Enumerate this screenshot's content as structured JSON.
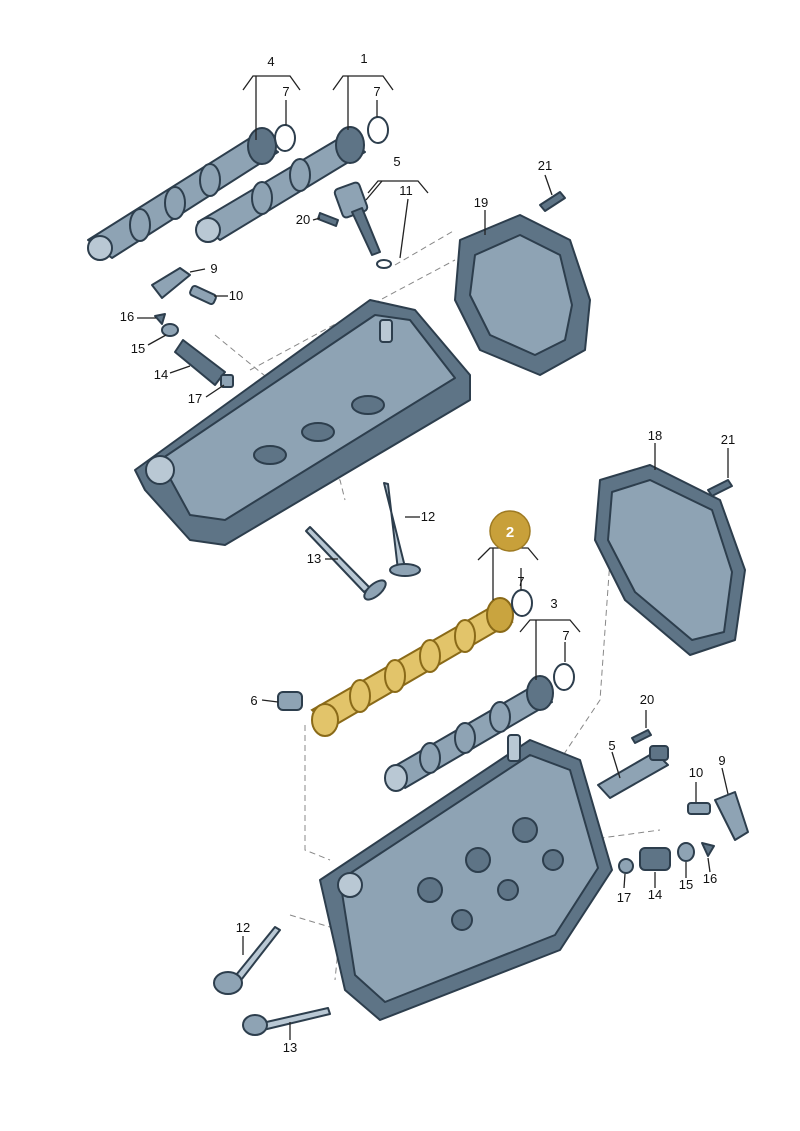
{
  "colors": {
    "highlight": "#c9a43f",
    "badge": "#c8a03a",
    "part": "#8ea3b4",
    "outline": "#2d3e4d"
  },
  "highlighted_part": "2",
  "callouts": {
    "c1": "1",
    "c2": "2",
    "c3": "3",
    "c4": "4",
    "c5a": "5",
    "c5b": "5",
    "c6": "6",
    "c7a": "7",
    "c7b": "7",
    "c7c": "7",
    "c7d": "7",
    "c9a": "9",
    "c9b": "9",
    "c10a": "10",
    "c10b": "10",
    "c11": "11",
    "c12a": "12",
    "c12b": "12",
    "c13a": "13",
    "c13b": "13",
    "c14a": "14",
    "c14b": "14",
    "c15a": "15",
    "c15b": "15",
    "c16a": "16",
    "c16b": "16",
    "c17a": "17",
    "c17b": "17",
    "c18": "18",
    "c19": "19",
    "c20a": "20",
    "c20b": "20",
    "c21a": "21",
    "c21b": "21"
  }
}
